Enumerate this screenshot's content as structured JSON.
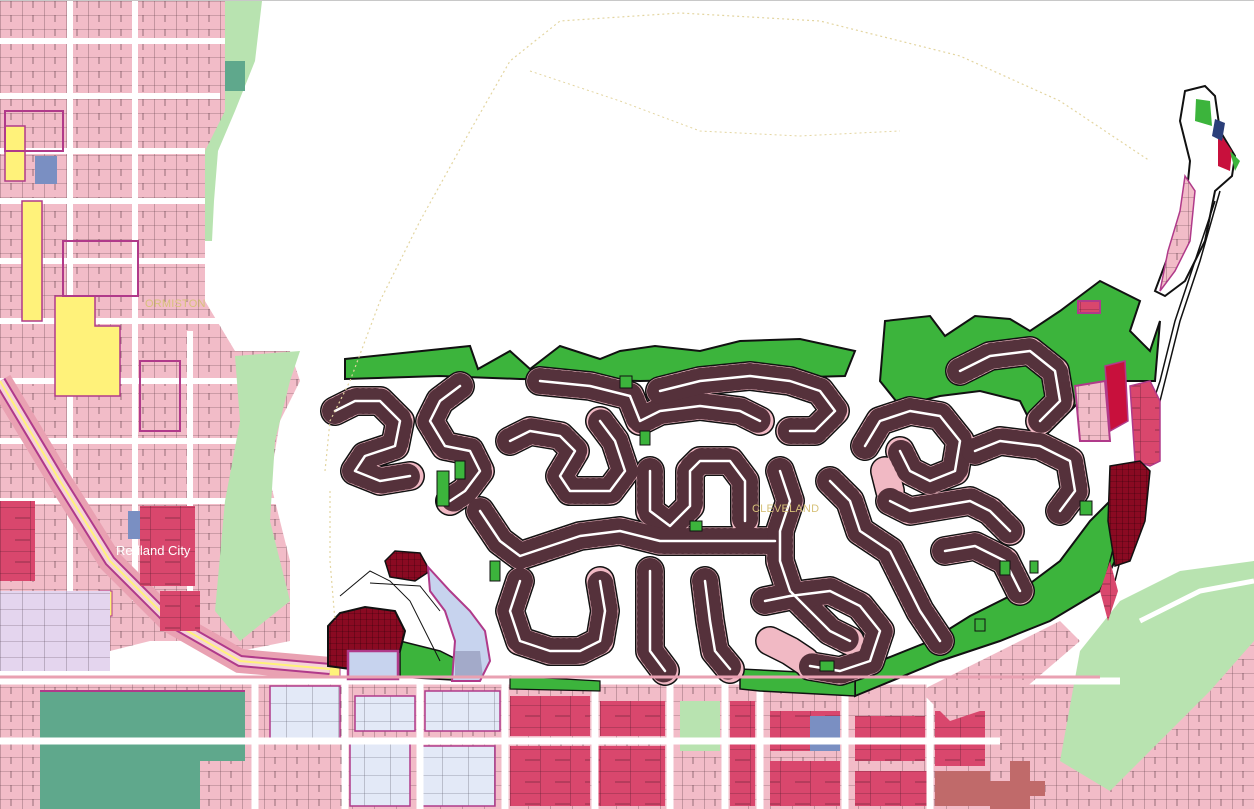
{
  "labels": {
    "ormiston": "ORMISTON",
    "cleveland": "CLEVELAND",
    "redland_city": "Redland City"
  },
  "colors": {
    "residential": "#f4c3cd",
    "residential_dark": "#e9a1b2",
    "open_space": "#3cb43c",
    "light_green": "#b8e3b0",
    "teal_green": "#5fa88c",
    "commercial": "#d7436b",
    "centre": "#c8103c",
    "dark_centre": "#8a0a22",
    "industry_light": "#dfe7f7",
    "mixed": "#ead7ee",
    "yellow_zone": "#fff27a",
    "road_outline": "#b03a8a",
    "water": "#ffffff",
    "suburb_boundary": "#e3d5a0"
  }
}
